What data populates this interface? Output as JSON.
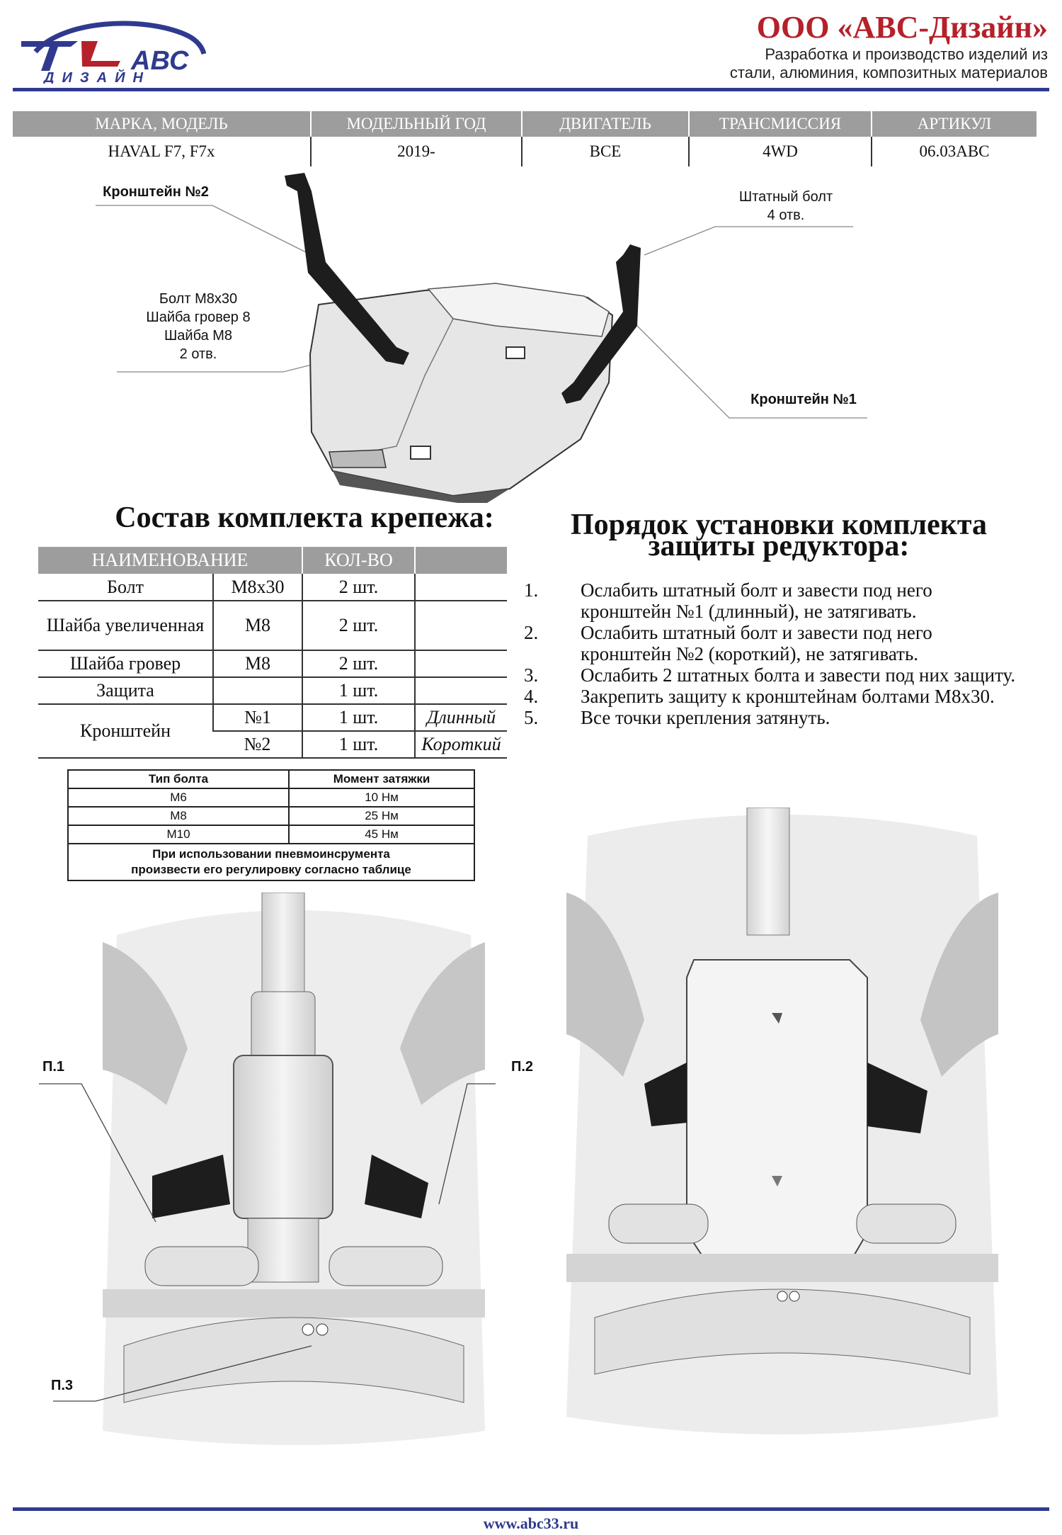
{
  "logo": {
    "brand": "АВС",
    "sub": "ДИЗАЙН"
  },
  "company": {
    "name": "ООО «АВС-Дизайн»",
    "sub1": "Разработка и производство изделий из",
    "sub2": "стали, алюминия, композитных материалов"
  },
  "spec_table": {
    "headers": [
      "МАРКА, МОДЕЛЬ",
      "МОДЕЛЬНЫЙ ГОД",
      "ДВИГАТЕЛЬ",
      "ТРАНСМИССИЯ",
      "АРТИКУЛ"
    ],
    "row": [
      "HAVAL F7, F7x",
      "2019-",
      "ВСЕ",
      "4WD",
      "06.03ABC"
    ]
  },
  "callouts": {
    "bracket2": "Кронштейн №2",
    "stock_bolt_l1": "Штатный болт",
    "stock_bolt_l2": "4 отв.",
    "bolt_l1": "Болт М8х30",
    "bolt_l2": "Шайба гровер 8",
    "bolt_l3": "Шайба М8",
    "bolt_l4": "2 отв.",
    "bracket1": "Кронштейн №1"
  },
  "kit": {
    "title": "Состав комплекта крепежа:",
    "headers": [
      "НАИМЕНОВАНИЕ",
      "КОЛ-ВО"
    ],
    "rows": {
      "bolt": {
        "name": "Болт",
        "size": "М8х30",
        "qty": "2 шт."
      },
      "washer": {
        "name": "Шайба увеличенная",
        "size": "М8",
        "qty": "2 шт."
      },
      "grover": {
        "name": "Шайба гровер",
        "size": "М8",
        "qty": "2 шт."
      },
      "guard": {
        "name": "Защита",
        "qty": "1 шт."
      },
      "bracket": {
        "name": "Кронштейн",
        "n1": "№1",
        "q1": "1 шт.",
        "note1": "Длинный",
        "n2": "№2",
        "q2": "1 шт.",
        "note2": "Короткий"
      }
    }
  },
  "torque": {
    "headers": [
      "Тип болта",
      "Момент затяжки"
    ],
    "rows": [
      [
        "М6",
        "10 Нм"
      ],
      [
        "М8",
        "25 Нм"
      ],
      [
        "М10",
        "45 Нм"
      ]
    ],
    "note_l1": "При использовании пневмоинсрумента",
    "note_l2": "произвести его регулировку согласно таблице"
  },
  "install": {
    "title_l1": "Порядок установки комплекта",
    "title_l2": "защиты редуктора:",
    "steps": [
      {
        "n": "1.",
        "t": "Ослабить штатный болт и завести под него кронштейн №1 (длинный), не затягивать."
      },
      {
        "n": "2.",
        "t": "Ослабить штатный болт и завести под него кронштейн №2 (короткий), не затягивать."
      },
      {
        "n": "3.",
        "t": "Ослабить 2 штатных болта и завести под них защиту."
      },
      {
        "n": "4.",
        "t": "Закрепить защиту к кронштейнам болтами М8х30."
      },
      {
        "n": "5.",
        "t": "Все точки крепления затянуть."
      }
    ]
  },
  "photo_labels": {
    "p1": "П.1",
    "p2": "П.2",
    "p3": "П.3"
  },
  "footer": {
    "url": "www.abc33.ru"
  },
  "colors": {
    "accent": "#b5212a",
    "navy": "#2f3a8f",
    "header_gray": "#9d9d9d"
  }
}
